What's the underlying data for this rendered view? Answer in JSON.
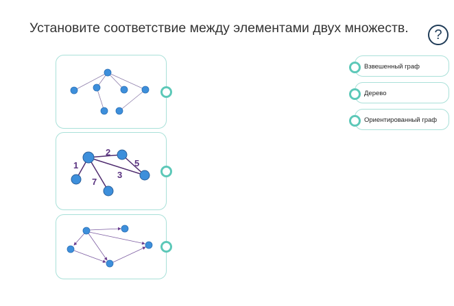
{
  "question": {
    "title": "Установите соответствие между элементами двух множеств.",
    "help_label": "?"
  },
  "left_items": [
    {
      "image": "tree-graph"
    },
    {
      "image": "weighted-graph",
      "weights": [
        "2",
        "5",
        "3",
        "1",
        "7"
      ]
    },
    {
      "image": "directed-graph"
    }
  ],
  "right_items": [
    {
      "label": "Взвешенный граф"
    },
    {
      "label": "Дерево"
    },
    {
      "label": "Ориентированный граф"
    }
  ],
  "colors": {
    "accent": "#5cc8b8",
    "node": "#3d8fdb",
    "edge": "#4e2a6e"
  }
}
